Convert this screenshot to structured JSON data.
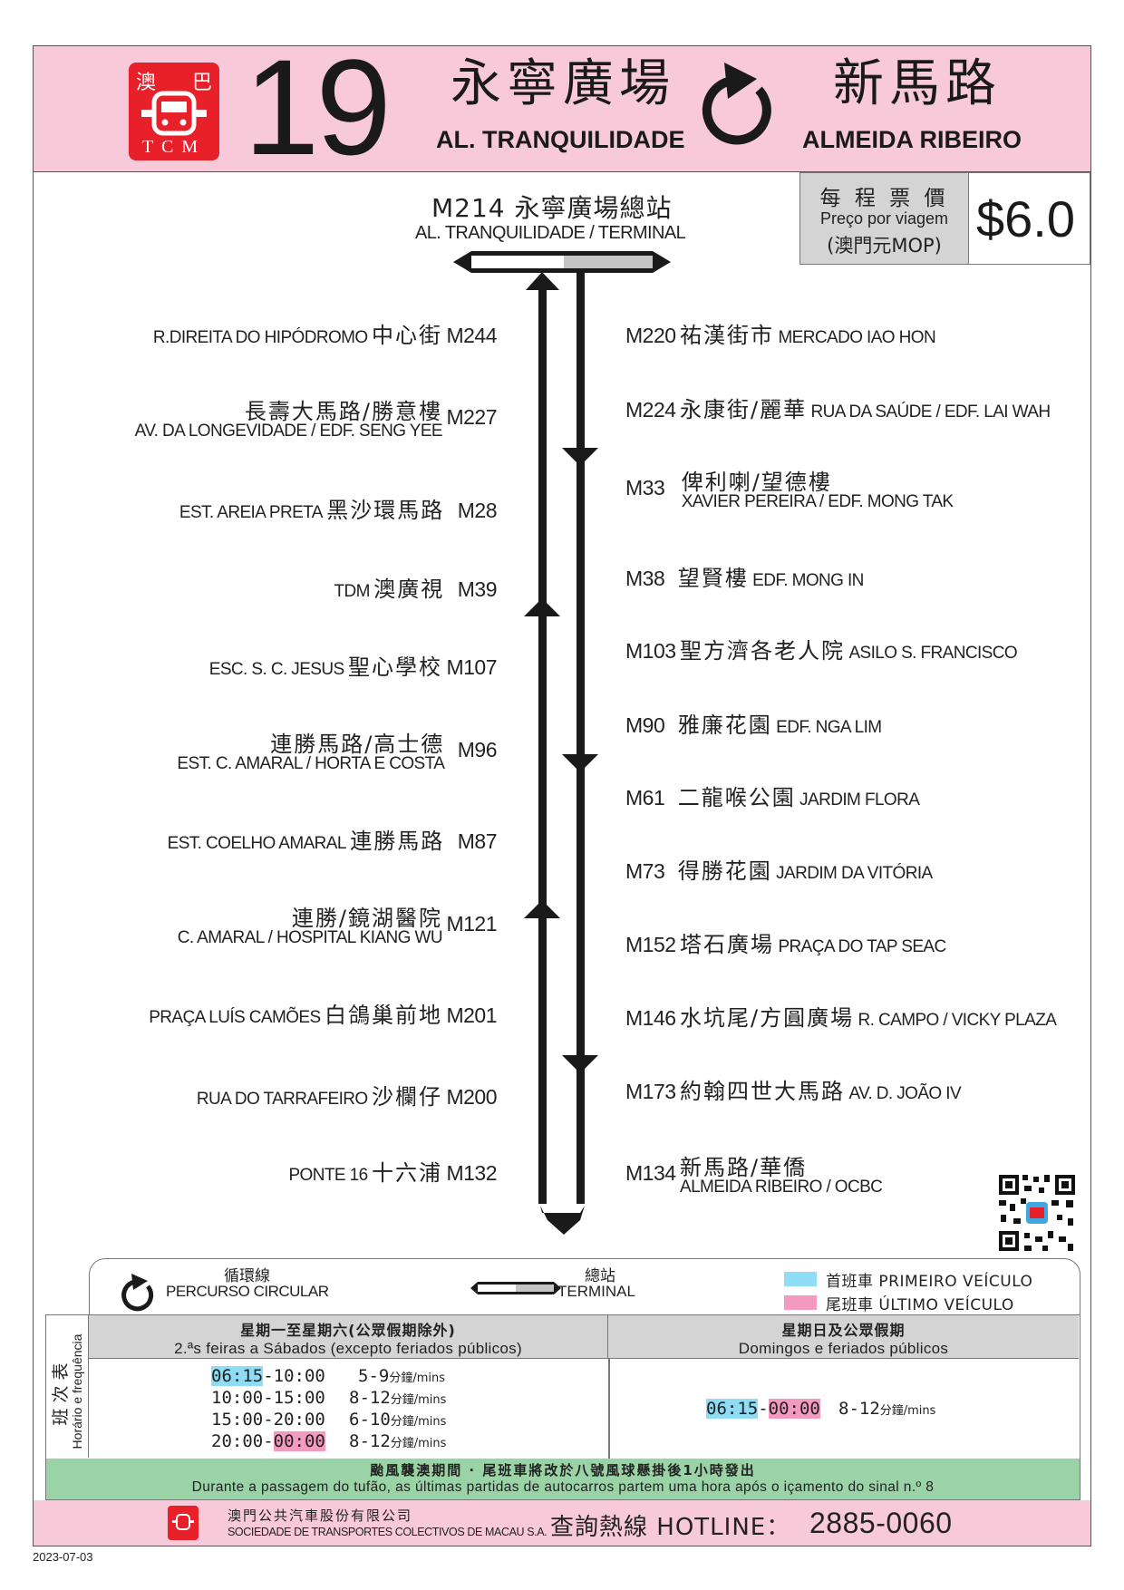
{
  "header": {
    "logo_chars": [
      "澳",
      "巴"
    ],
    "logo_abbr": "TCM",
    "route_number": "19",
    "origin_zh": "永寧廣場",
    "origin_pt": "AL. TRANQUILIDADE",
    "destination_zh": "新馬路",
    "destination_pt": "ALMEIDA RIBEIRO"
  },
  "terminal": {
    "code_zh": "M214 永寧廣場總站",
    "pt": "AL. TRANQUILIDADE / TERMINAL"
  },
  "fare": {
    "label_zh": "每 程 票 價",
    "label_pt": "Preço por viagem",
    "currency_label": "(澳門元MOP)",
    "price": "$6.0"
  },
  "stops_left": [
    {
      "pt": "R.DIREITA DO HIPÓDROMO",
      "zh": "中心街",
      "code": "M244"
    },
    {
      "zh": "長壽大馬路/勝意樓",
      "pt": "AV. DA LONGEVIDADE / EDF. SENG YEE",
      "code": "M227"
    },
    {
      "pt": "EST. AREIA PRETA",
      "zh": "黑沙環馬路",
      "code": "M28"
    },
    {
      "pt": "TDM",
      "zh": "澳廣視",
      "code": "M39"
    },
    {
      "pt": "ESC. S. C. JESUS",
      "zh": "聖心學校",
      "code": "M107"
    },
    {
      "zh": "連勝馬路/高士德",
      "pt": "EST. C. AMARAL / HORTA E COSTA",
      "code": "M96"
    },
    {
      "pt": "EST. COELHO AMARAL",
      "zh": "連勝馬路",
      "code": "M87"
    },
    {
      "zh": "連勝/鏡湖醫院",
      "pt": "C. AMARAL / HOSPITAL KIANG WU",
      "code": "M121"
    },
    {
      "pt": "PRAÇA LUÍS CAMÕES",
      "zh": "白鴿巢前地",
      "code": "M201"
    },
    {
      "pt": "RUA DO TARRAFEIRO",
      "zh": "沙欄仔",
      "code": "M200"
    },
    {
      "pt": "PONTE 16",
      "zh": "十六浦",
      "code": "M132"
    }
  ],
  "stops_right": [
    {
      "code": "M220",
      "zh": "祐漢街市",
      "pt": "MERCADO IAO HON"
    },
    {
      "code": "M224",
      "zh": "永康街/麗華",
      "pt": "RUA DA SAÚDE / EDF. LAI WAH"
    },
    {
      "code": "M33",
      "zh": "俾利喇/望德樓",
      "pt": "XAVIER PEREIRA / EDF. MONG TAK"
    },
    {
      "code": "M38",
      "zh": "望賢樓",
      "pt": "EDF. MONG IN"
    },
    {
      "code": "M103",
      "zh": "聖方濟各老人院",
      "pt": "ASILO S. FRANCISCO"
    },
    {
      "code": "M90",
      "zh": "雅廉花園",
      "pt": "EDF. NGA LIM"
    },
    {
      "code": "M61",
      "zh": "二龍喉公園",
      "pt": "JARDIM FLORA"
    },
    {
      "code": "M73",
      "zh": "得勝花園",
      "pt": "JARDIM DA VITÓRIA"
    },
    {
      "code": "M152",
      "zh": "塔石廣場",
      "pt": "PRAÇA DO TAP SEAC"
    },
    {
      "code": "M146",
      "zh": "水坑尾/方圓廣場",
      "pt": "R. CAMPO / VICKY PLAZA"
    },
    {
      "code": "M173",
      "zh": "約翰四世大馬路",
      "pt": "AV. D. JOÃO IV"
    },
    {
      "code": "M134",
      "zh": "新馬路/華僑",
      "pt": "ALMEIDA RIBEIRO / OCBC"
    }
  ],
  "legend": {
    "circular_zh": "循環線",
    "circular_pt": "PERCURSO CIRCULAR",
    "terminal_zh": "總站",
    "terminal_pt": "TERMINAL",
    "first_bus": "首班車 PRIMEIRO VEÍCULO",
    "last_bus": "尾班車 ÚLTIMO VEÍCULO",
    "first_color": "#8fdcf5",
    "last_color": "#f49ac0"
  },
  "timetable": {
    "side_zh": "班次表",
    "side_pt": "Horário e frequência",
    "weekday_zh": "星期一至星期六(公眾假期除外)",
    "weekday_pt": "2.ªs feiras a Sábados (excepto feriados públicos)",
    "holiday_zh": "星期日及公眾假期",
    "holiday_pt": "Domingos e feriados públicos",
    "weekday_rows": [
      {
        "from": "06:15",
        "to": "10:00",
        "freq": "5-9",
        "unit": "分鐘/mins"
      },
      {
        "from": "10:00",
        "to": "15:00",
        "freq": "8-12",
        "unit": "分鐘/mins"
      },
      {
        "from": "15:00",
        "to": "20:00",
        "freq": "6-10",
        "unit": "分鐘/mins"
      },
      {
        "from": "20:00",
        "to": "00:00",
        "freq": "8-12",
        "unit": "分鐘/mins"
      }
    ],
    "holiday_row": {
      "from": "06:15",
      "to": "00:00",
      "freq": "8-12",
      "unit": "分鐘/mins"
    }
  },
  "typhoon": {
    "zh": "颱風襲澳期間 · 尾班車將改於八號風球懸掛後1小時發出",
    "pt": "Durante a passagem do tufão, as últimas partidas de autocarros partem uma hora após o içamento do sinal n.º 8"
  },
  "footer": {
    "company_zh": "澳門公共汽車股份有限公司",
    "company_pt": "SOCIEDADE DE TRANSPORTES COLECTIVOS DE MACAU S.A.",
    "hotline_label": "查詢熱線 HOTLINE：",
    "hotline_number": "2885-0060",
    "date": "2023-07-03"
  },
  "colors": {
    "header_pink": "#f8c9d8",
    "brand_red": "#e8202a",
    "notice_green": "#9ad3a6",
    "table_gray": "#d4d4d4"
  }
}
